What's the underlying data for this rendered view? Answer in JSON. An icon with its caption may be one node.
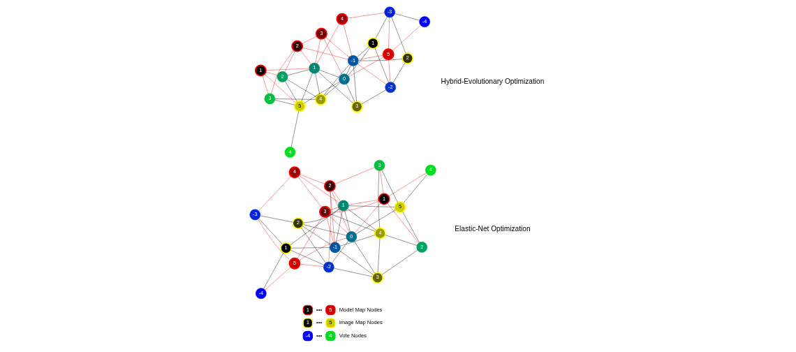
{
  "diagram": {
    "nodes": [
      {
        "text": [
          "4"
        ]
      },
      {
        "text": [
          "3"
        ]
      },
      {
        "text": [
          "4"
        ]
      },
      {
        "text": [
          "3"
        ]
      },
      {
        "text": [
          "2"
        ]
      },
      {
        "text": [
          "2"
        ]
      },
      {
        "text": [
          "5"
        ]
      },
      {
        "text": [
          "2"
        ]
      },
      {
        "text": [
          "-1"
        ]
      },
      {
        "text": [
          "0"
        ]
      },
      {
        "text": [
          "1"
        ]
      },
      {
        "text": [
          "1"
        ]
      },
      {
        "text": [
          "5"
        ]
      },
      {
        "text": [
          "-2"
        ]
      },
      {
        "text": [
          "4"
        ]
      },
      {
        "text": [
          "3"
        ]
      },
      {
        "text": [
          "-4"
        ]
      },
      {
        "text": [
          "-3"
        ]
      },
      {
        "text": [
          "1"
        ]
      },
      {
        "text": [
          "-4"
        ]
      },
      {
        "text": [
          "1"
        ]
      },
      {
        "text": [
          "5"
        ]
      },
      {
        "text": [
          "-3"
        ]
      },
      {
        "text": [
          "-2"
        ]
      },
      {
        "text": [
          "4"
        ]
      },
      {
        "text": [
          "3"
        ]
      },
      {
        "text": [
          "2"
        ]
      },
      {
        "text": [
          "-1"
        ]
      },
      {
        "text": [
          "0"
        ]
      },
      {
        "text": [
          "3"
        ]
      },
      {
        "text": [
          "1"
        ]
      },
      {
        "text": [
          "2"
        ]
      },
      {
        "text": [
          "2"
        ]
      },
      {
        "text": [
          "1"
        ]
      },
      {
        "text": [
          "4"
        ]
      },
      {
        "text": [
          "5"
        ]
      },
      {
        "text": [
          "3"
        ]
      },
      {
        "text": [
          "4"
        ]
      }
    ],
    "edges": [
      {
        "from": 0,
        "to": 1,
        "arrow": "none"
      },
      {
        "from": 0,
        "to": 8,
        "arrow": "none"
      },
      {
        "from": 0,
        "to": 9,
        "arrow": "none"
      },
      {
        "from": 0,
        "to": 5,
        "arrow": "none"
      },
      {
        "from": 0,
        "to": 10,
        "arrow": "none"
      },
      {
        "from": 1,
        "to": 6,
        "arrow": "none"
      },
      {
        "from": 5,
        "to": 6,
        "arrow": "none"
      },
      {
        "from": 5,
        "to": 10,
        "arrow": "none"
      },
      {
        "from": 9,
        "to": 6,
        "arrow": "none"
      },
      {
        "from": 10,
        "to": 6,
        "arrow": "none"
      },
      {
        "from": 2,
        "to": 6,
        "arrow": "none"
      },
      {
        "from": 7,
        "to": 8,
        "arrow": "none"
      },
      {
        "from": 8,
        "to": 9,
        "arrow": "none"
      },
      {
        "from": 9,
        "to": 10,
        "arrow": "none"
      },
      {
        "from": 8,
        "to": 15,
        "arrow": "none"
      },
      {
        "from": 9,
        "to": 15,
        "arrow": "none"
      },
      {
        "from": 10,
        "to": 15,
        "arrow": "none"
      },
      {
        "from": 8,
        "to": 18,
        "arrow": "none"
      },
      {
        "from": 9,
        "to": 18,
        "arrow": "none"
      },
      {
        "from": 7,
        "to": 13,
        "arrow": "none"
      },
      {
        "from": 7,
        "to": 17,
        "arrow": "none"
      },
      {
        "from": 13,
        "to": 15,
        "arrow": "none"
      },
      {
        "from": 13,
        "to": 18,
        "arrow": "none"
      },
      {
        "from": 16,
        "to": 17,
        "arrow": "none"
      },
      {
        "from": 17,
        "to": 18,
        "arrow": "none"
      },
      {
        "from": 1,
        "to": 4,
        "arrow": "none",
        "color": "#ff0000"
      },
      {
        "from": 1,
        "to": 11,
        "arrow": "none",
        "color": "#ff0000"
      },
      {
        "from": 3,
        "to": 4,
        "arrow": "none",
        "color": "#ff0000"
      },
      {
        "from": 4,
        "to": 5,
        "arrow": "none",
        "color": "#ff0000"
      },
      {
        "from": 3,
        "to": 8,
        "arrow": "none",
        "color": "#ff0000"
      },
      {
        "from": 3,
        "to": 9,
        "arrow": "none",
        "color": "#ff0000"
      },
      {
        "from": 3,
        "to": 10,
        "arrow": "none",
        "color": "#ff0000"
      },
      {
        "from": 4,
        "to": 10,
        "arrow": "none",
        "color": "#ff0000"
      },
      {
        "from": 4,
        "to": 8,
        "arrow": "none",
        "color": "#ff0000"
      },
      {
        "from": 5,
        "to": 11,
        "arrow": "none",
        "color": "#ff0000"
      },
      {
        "from": 6,
        "to": 11,
        "arrow": "none",
        "color": "#ff0000"
      },
      {
        "from": 10,
        "to": 11,
        "arrow": "none",
        "color": "#ff0000"
      },
      {
        "from": 8,
        "to": 12,
        "arrow": "none",
        "color": "#ff0000"
      },
      {
        "from": 8,
        "to": 14,
        "arrow": "none",
        "color": "#ff0000"
      },
      {
        "from": 8,
        "to": 13,
        "arrow": "none",
        "color": "#ff0000"
      },
      {
        "from": 9,
        "to": 12,
        "arrow": "none",
        "color": "#ff0000"
      },
      {
        "from": 12,
        "to": 13,
        "arrow": "none",
        "color": "#ff0000"
      },
      {
        "from": 10,
        "to": 14,
        "arrow": "none",
        "color": "#ff0000"
      },
      {
        "from": 12,
        "to": 17,
        "arrow": "none",
        "color": "#ff0000"
      },
      {
        "from": 12,
        "to": 16,
        "arrow": "none",
        "color": "#ff0000"
      },
      {
        "from": 14,
        "to": 17,
        "arrow": "none",
        "color": "#ff0000"
      },
      {
        "from": 19,
        "to": 20,
        "arrow": "none"
      },
      {
        "from": 20,
        "to": 22,
        "arrow": "none"
      },
      {
        "from": 20,
        "to": 23,
        "arrow": "none"
      },
      {
        "from": 20,
        "to": 27,
        "arrow": "none"
      },
      {
        "from": 20,
        "to": 30,
        "arrow": "none"
      },
      {
        "from": 23,
        "to": 25,
        "arrow": "none"
      },
      {
        "from": 23,
        "to": 28,
        "arrow": "none"
      },
      {
        "from": 23,
        "to": 26,
        "arrow": "none"
      },
      {
        "from": 22,
        "to": 26,
        "arrow": "none"
      },
      {
        "from": 26,
        "to": 27,
        "arrow": "none"
      },
      {
        "from": 26,
        "to": 28,
        "arrow": "none"
      },
      {
        "from": 26,
        "to": 30,
        "arrow": "none"
      },
      {
        "from": 25,
        "to": 27,
        "arrow": "none"
      },
      {
        "from": 25,
        "to": 28,
        "arrow": "none"
      },
      {
        "from": 25,
        "to": 34,
        "arrow": "none"
      },
      {
        "from": 25,
        "to": 31,
        "arrow": "none"
      },
      {
        "from": 28,
        "to": 30,
        "arrow": "none"
      },
      {
        "from": 28,
        "to": 35,
        "arrow": "none"
      },
      {
        "from": 27,
        "to": 34,
        "arrow": "none"
      },
      {
        "from": 27,
        "to": 30,
        "arrow": "none"
      },
      {
        "from": 30,
        "to": 34,
        "arrow": "none"
      },
      {
        "from": 29,
        "to": 34,
        "arrow": "none"
      },
      {
        "from": 31,
        "to": 34,
        "arrow": "none"
      },
      {
        "from": 31,
        "to": 35,
        "arrow": "none"
      },
      {
        "from": 30,
        "to": 35,
        "arrow": "none"
      },
      {
        "from": 34,
        "to": 36,
        "arrow": "none"
      },
      {
        "from": 36,
        "to": 35,
        "arrow": "none"
      },
      {
        "from": 35,
        "to": 37,
        "arrow": "none"
      },
      {
        "from": 19,
        "to": 21,
        "arrow": "none",
        "color": "#ff0000"
      },
      {
        "from": 21,
        "to": 22,
        "arrow": "none",
        "color": "#ff0000"
      },
      {
        "from": 21,
        "to": 23,
        "arrow": "none",
        "color": "#ff0000"
      },
      {
        "from": 21,
        "to": 28,
        "arrow": "none",
        "color": "#ff0000"
      },
      {
        "from": 21,
        "to": 29,
        "arrow": "none",
        "color": "#ff0000"
      },
      {
        "from": 22,
        "to": 24,
        "arrow": "none",
        "color": "#ff0000"
      },
      {
        "from": 24,
        "to": 29,
        "arrow": "none",
        "color": "#ff0000"
      },
      {
        "from": 24,
        "to": 30,
        "arrow": "none",
        "color": "#ff0000"
      },
      {
        "from": 24,
        "to": 32,
        "arrow": "none",
        "color": "#ff0000"
      },
      {
        "from": 23,
        "to": 32,
        "arrow": "none",
        "color": "#ff0000"
      },
      {
        "from": 27,
        "to": 29,
        "arrow": "none",
        "color": "#ff0000"
      },
      {
        "from": 27,
        "to": 32,
        "arrow": "none",
        "color": "#ff0000"
      },
      {
        "from": 28,
        "to": 29,
        "arrow": "none",
        "color": "#ff0000"
      },
      {
        "from": 28,
        "to": 33,
        "arrow": "none",
        "color": "#ff0000"
      },
      {
        "from": 28,
        "to": 32,
        "arrow": "none",
        "color": "#ff0000"
      },
      {
        "from": 29,
        "to": 33,
        "arrow": "none",
        "color": "#ff0000"
      },
      {
        "from": 29,
        "to": 30,
        "arrow": "none",
        "color": "#ff0000"
      },
      {
        "from": 30,
        "to": 33,
        "arrow": "none",
        "color": "#ff0000"
      },
      {
        "from": 30,
        "to": 32,
        "arrow": "none",
        "color": "#ff0000"
      },
      {
        "from": 31,
        "to": 33,
        "arrow": "none",
        "color": "#ff0000"
      },
      {
        "from": 32,
        "to": 36,
        "arrow": "none",
        "color": "#ff0000"
      },
      {
        "from": 36,
        "to": 33,
        "arrow": "none",
        "color": "#ff0000"
      },
      {
        "from": 33,
        "to": 37,
        "arrow": "none",
        "color": "#ff0000"
      }
    ],
    "labels": [
      "Hybrid-Evolutionary Optimization",
      "Elastic-Net Optimization",
      "1",
      "•••",
      "5",
      "1",
      "•••",
      "5",
      "-4",
      "•••",
      "4"
    ],
    "legend": [
      {
        "text": "Model Map Nodes"
      },
      {
        "text": "Image Map Nodes"
      },
      {
        "text": "Vote Nodes"
      }
    ]
  }
}
